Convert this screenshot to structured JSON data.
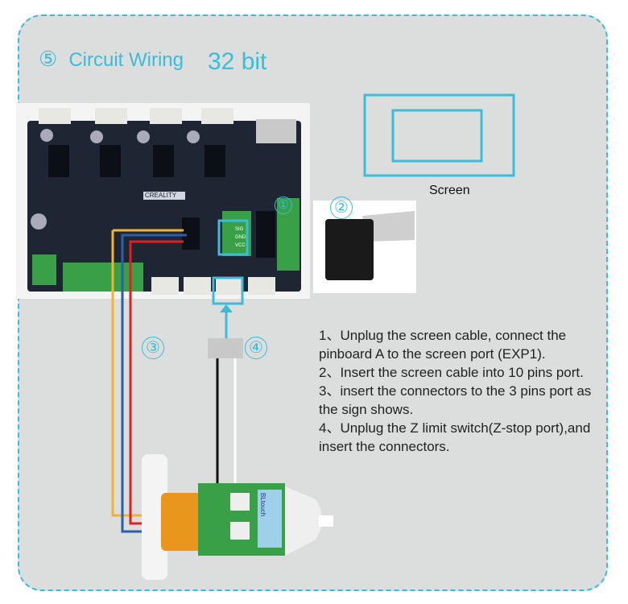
{
  "header": {
    "step_number": "⑤",
    "title": "Circuit Wiring",
    "subtitle": "32 bit"
  },
  "callouts": [
    "①",
    "②",
    "③",
    "④"
  ],
  "screen": {
    "label": "Screen"
  },
  "board": {
    "brand": "CREALITY",
    "pin_labels": [
      "SIG",
      "GND",
      "VCC"
    ]
  },
  "sensor": {
    "label": "BLtouch"
  },
  "instructions": [
    "1、Unplug the screen cable, connect the pinboard A to the screen port (EXP1).",
    "2、Insert the screen cable into 10 pins port.",
    "3、insert the connectors to the 3 pins port as the sign shows.",
    "4、Unplug the Z limit switch(Z-stop port),and insert the connectors."
  ],
  "colors": {
    "accent": "#3bbcd9",
    "panel": "#dcdddd",
    "board": "#1e2533",
    "wire_orange": "#f2b233",
    "wire_red": "#e02020",
    "wire_blue": "#2a5fae",
    "wire_black": "#111111"
  }
}
